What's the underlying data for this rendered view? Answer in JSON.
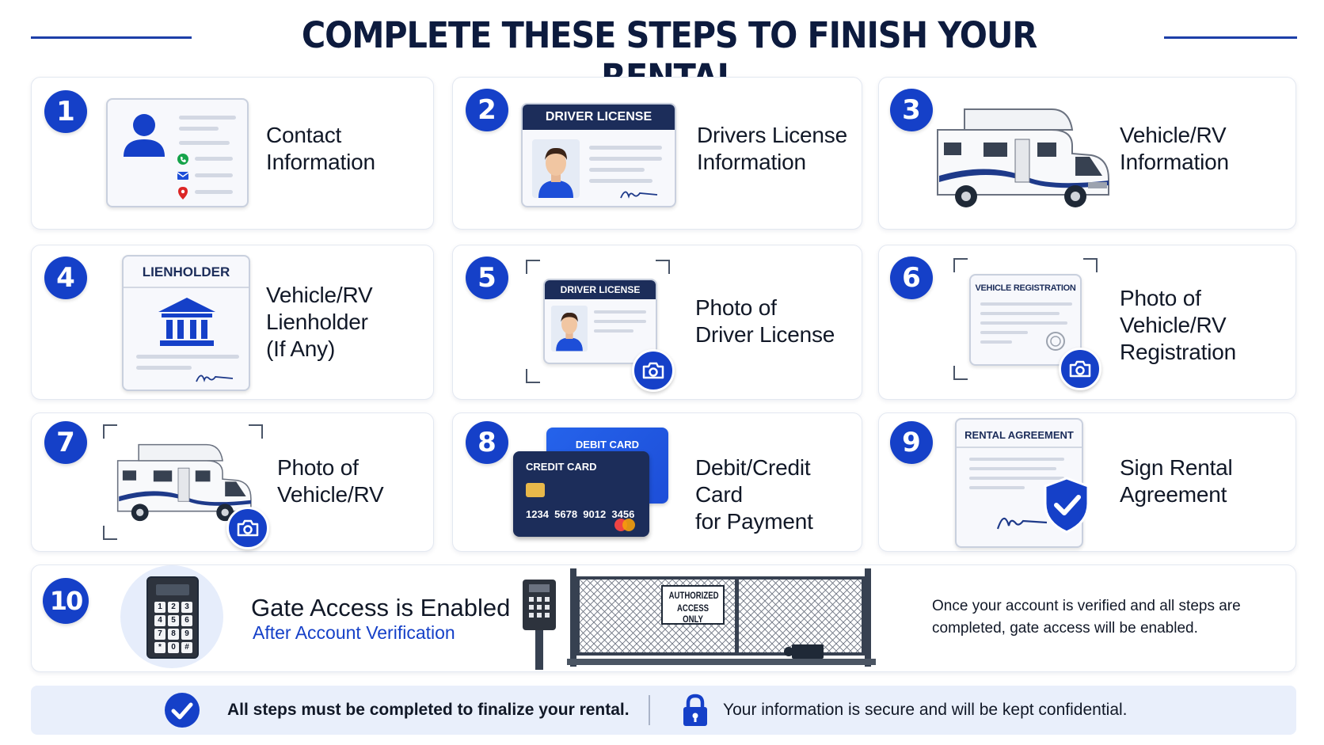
{
  "header": {
    "title": "COMPLETE THESE STEPS TO FINISH YOUR RENTAL"
  },
  "steps": [
    {
      "number": "1",
      "lines": [
        "Contact",
        "Information"
      ]
    },
    {
      "number": "2",
      "lines": [
        "Drivers License",
        "Information"
      ],
      "card_title": "DRIVER LICENSE"
    },
    {
      "number": "3",
      "lines": [
        "Vehicle/RV",
        "Information"
      ]
    },
    {
      "number": "4",
      "lines": [
        "Vehicle/RV",
        "Lienholder",
        "(If Any)"
      ],
      "card_title": "LIENHOLDER"
    },
    {
      "number": "5",
      "lines": [
        "Photo of",
        "Driver License"
      ],
      "card_title": "DRIVER LICENSE"
    },
    {
      "number": "6",
      "lines": [
        "Photo of",
        "Vehicle/RV",
        "Registration"
      ],
      "card_title": "VEHICLE REGISTRATION"
    },
    {
      "number": "7",
      "lines": [
        "Photo of",
        "Vehicle/RV"
      ]
    },
    {
      "number": "8",
      "lines": [
        "Debit/Credit Card",
        "for Payment"
      ],
      "debit_label": "DEBIT CARD",
      "credit_label": "CREDIT CARD",
      "card_number": "1234  5678  9012  3456"
    },
    {
      "number": "9",
      "lines": [
        "Sign Rental",
        "Agreement"
      ],
      "card_title": "RENTAL AGREEMENT"
    }
  ],
  "step10": {
    "number": "10",
    "title": "Gate Access is Enabled",
    "subtitle": "After Account Verification",
    "sign_line1": "AUTHORIZED",
    "sign_line2": "ACCESS ONLY",
    "keypad_keys": [
      "1",
      "2",
      "3",
      "4",
      "5",
      "6",
      "7",
      "8",
      "9",
      "*",
      "0",
      "#"
    ],
    "description": "Once your account is verified and all steps are completed, gate access will be enabled."
  },
  "footer": {
    "left_text": "All steps must be completed to finalize your rental.",
    "right_text": "Your information is secure and will be kept confidential."
  },
  "colors": {
    "accent": "#1540c8",
    "navy": "#0d1b3e",
    "card_navy": "#1c2d5a",
    "panel": "#e9effb"
  }
}
